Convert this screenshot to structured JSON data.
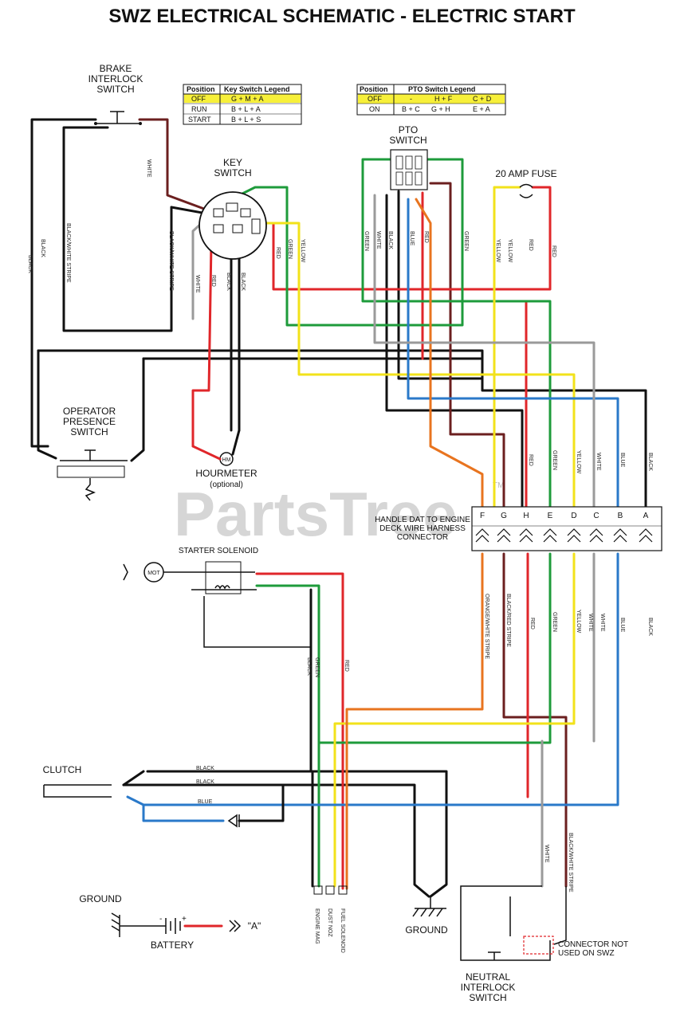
{
  "title": "SWZ ELECTRICAL SCHEMATIC - ELECTRIC START",
  "watermark": "PartsTree",
  "watermark_tm": "TM",
  "colors": {
    "black": "#111111",
    "red": "#e0262a",
    "green": "#1e9b3b",
    "yellow": "#f2e21a",
    "blue": "#2a79c9",
    "white_wire": "#9a9a9a",
    "orange": "#e8741f",
    "brown": "#6b1f1f",
    "legend_highlight": "#f7f03a"
  },
  "components": {
    "brake_interlock": "BRAKE INTERLOCK SWITCH",
    "key_switch": "KEY SWITCH",
    "pto_switch": "PTO SWITCH",
    "fuse": "20 AMP FUSE",
    "operator_presence": "OPERATOR PRESENCE SWITCH",
    "hourmeter": "HOURMETER",
    "hourmeter_note": "(optional)",
    "hm_symbol": "HM",
    "connector": "HANDLE DAT TO ENGINE DECK WIRE HARNESS CONNECTOR",
    "starter_solenoid": "STARTER SOLENOID",
    "mot": "MOT",
    "clutch": "CLUTCH",
    "ground_left": "GROUND",
    "ground_right": "GROUND",
    "battery": "BATTERY",
    "battery_arrow_label": "\"A\"",
    "neutral_interlock": "NEUTRAL INTERLOCK SWITCH",
    "connector_note": "CONNECTOR NOT USED ON SWZ",
    "mag_label": "ENGINE MAG",
    "dust_label": "DUST NOZ",
    "fuel_label": "FUEL SOLENOID"
  },
  "key_legend": {
    "headers": [
      "Position",
      "Key Switch Legend"
    ],
    "rows": [
      [
        "OFF",
        "G + M + A"
      ],
      [
        "RUN",
        "B + L + A"
      ],
      [
        "START",
        "B + L + S"
      ]
    ]
  },
  "pto_legend": {
    "headers": [
      "Position",
      "PTO Switch Legend"
    ],
    "rows": [
      [
        "OFF",
        "-",
        "H + F",
        "C + D"
      ],
      [
        "ON",
        "B + C",
        "G + H",
        "E + A"
      ]
    ]
  },
  "connector_pins": [
    "F",
    "G",
    "H",
    "E",
    "D",
    "C",
    "B",
    "A"
  ],
  "wire_labels": {
    "white": "WHITE",
    "black": "BLACK",
    "black_white": "BLACK/WHITE STRIPE",
    "red": "RED",
    "green": "GREEN",
    "yellow": "YELLOW",
    "blue": "BLUE",
    "orange_white": "ORANGE/WHITE STRIPE",
    "black_red": "BLACK/RED STRIPE",
    "black_white_stripe": "BLACK/WHITE STRIPE"
  }
}
